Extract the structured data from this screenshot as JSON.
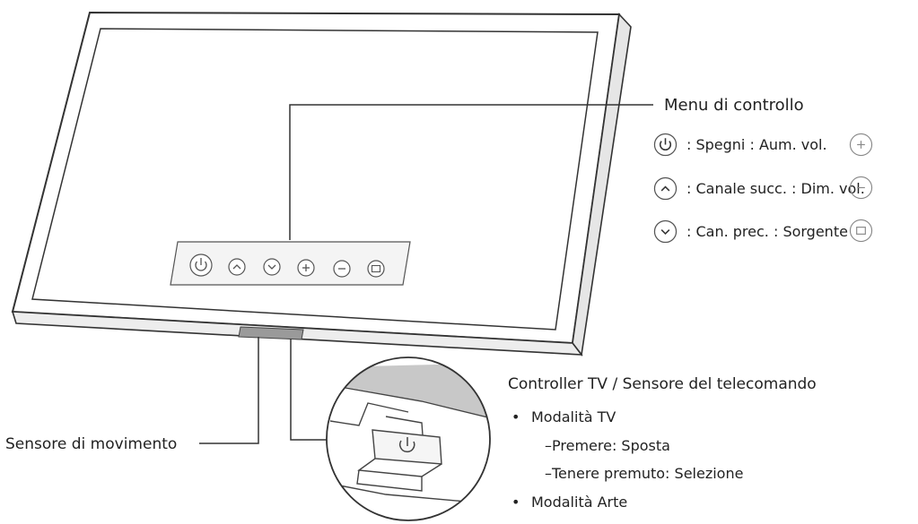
{
  "control_menu": {
    "title": "Menu di controllo",
    "rows": [
      {
        "text": ": Spegni : Aum. vol."
      },
      {
        "text": ": Canale succ. : Dim. vol."
      },
      {
        "text": ": Can. prec. : Sorgente"
      }
    ]
  },
  "motion_sensor": {
    "label": "Sensore di movimento"
  },
  "controller": {
    "title": "Controller TV / Sensore del telecomando",
    "modes": [
      {
        "label": "Modalità TV",
        "items": [
          "Premere: Sposta",
          "Tenere premuto: Selezione"
        ]
      },
      {
        "label": "Modalità Arte",
        "items": []
      }
    ]
  },
  "colors": {
    "line": "#333333",
    "panel_fill": "#f4f4f4",
    "sensor_fill": "#9a9a9a",
    "text": "#222222"
  }
}
